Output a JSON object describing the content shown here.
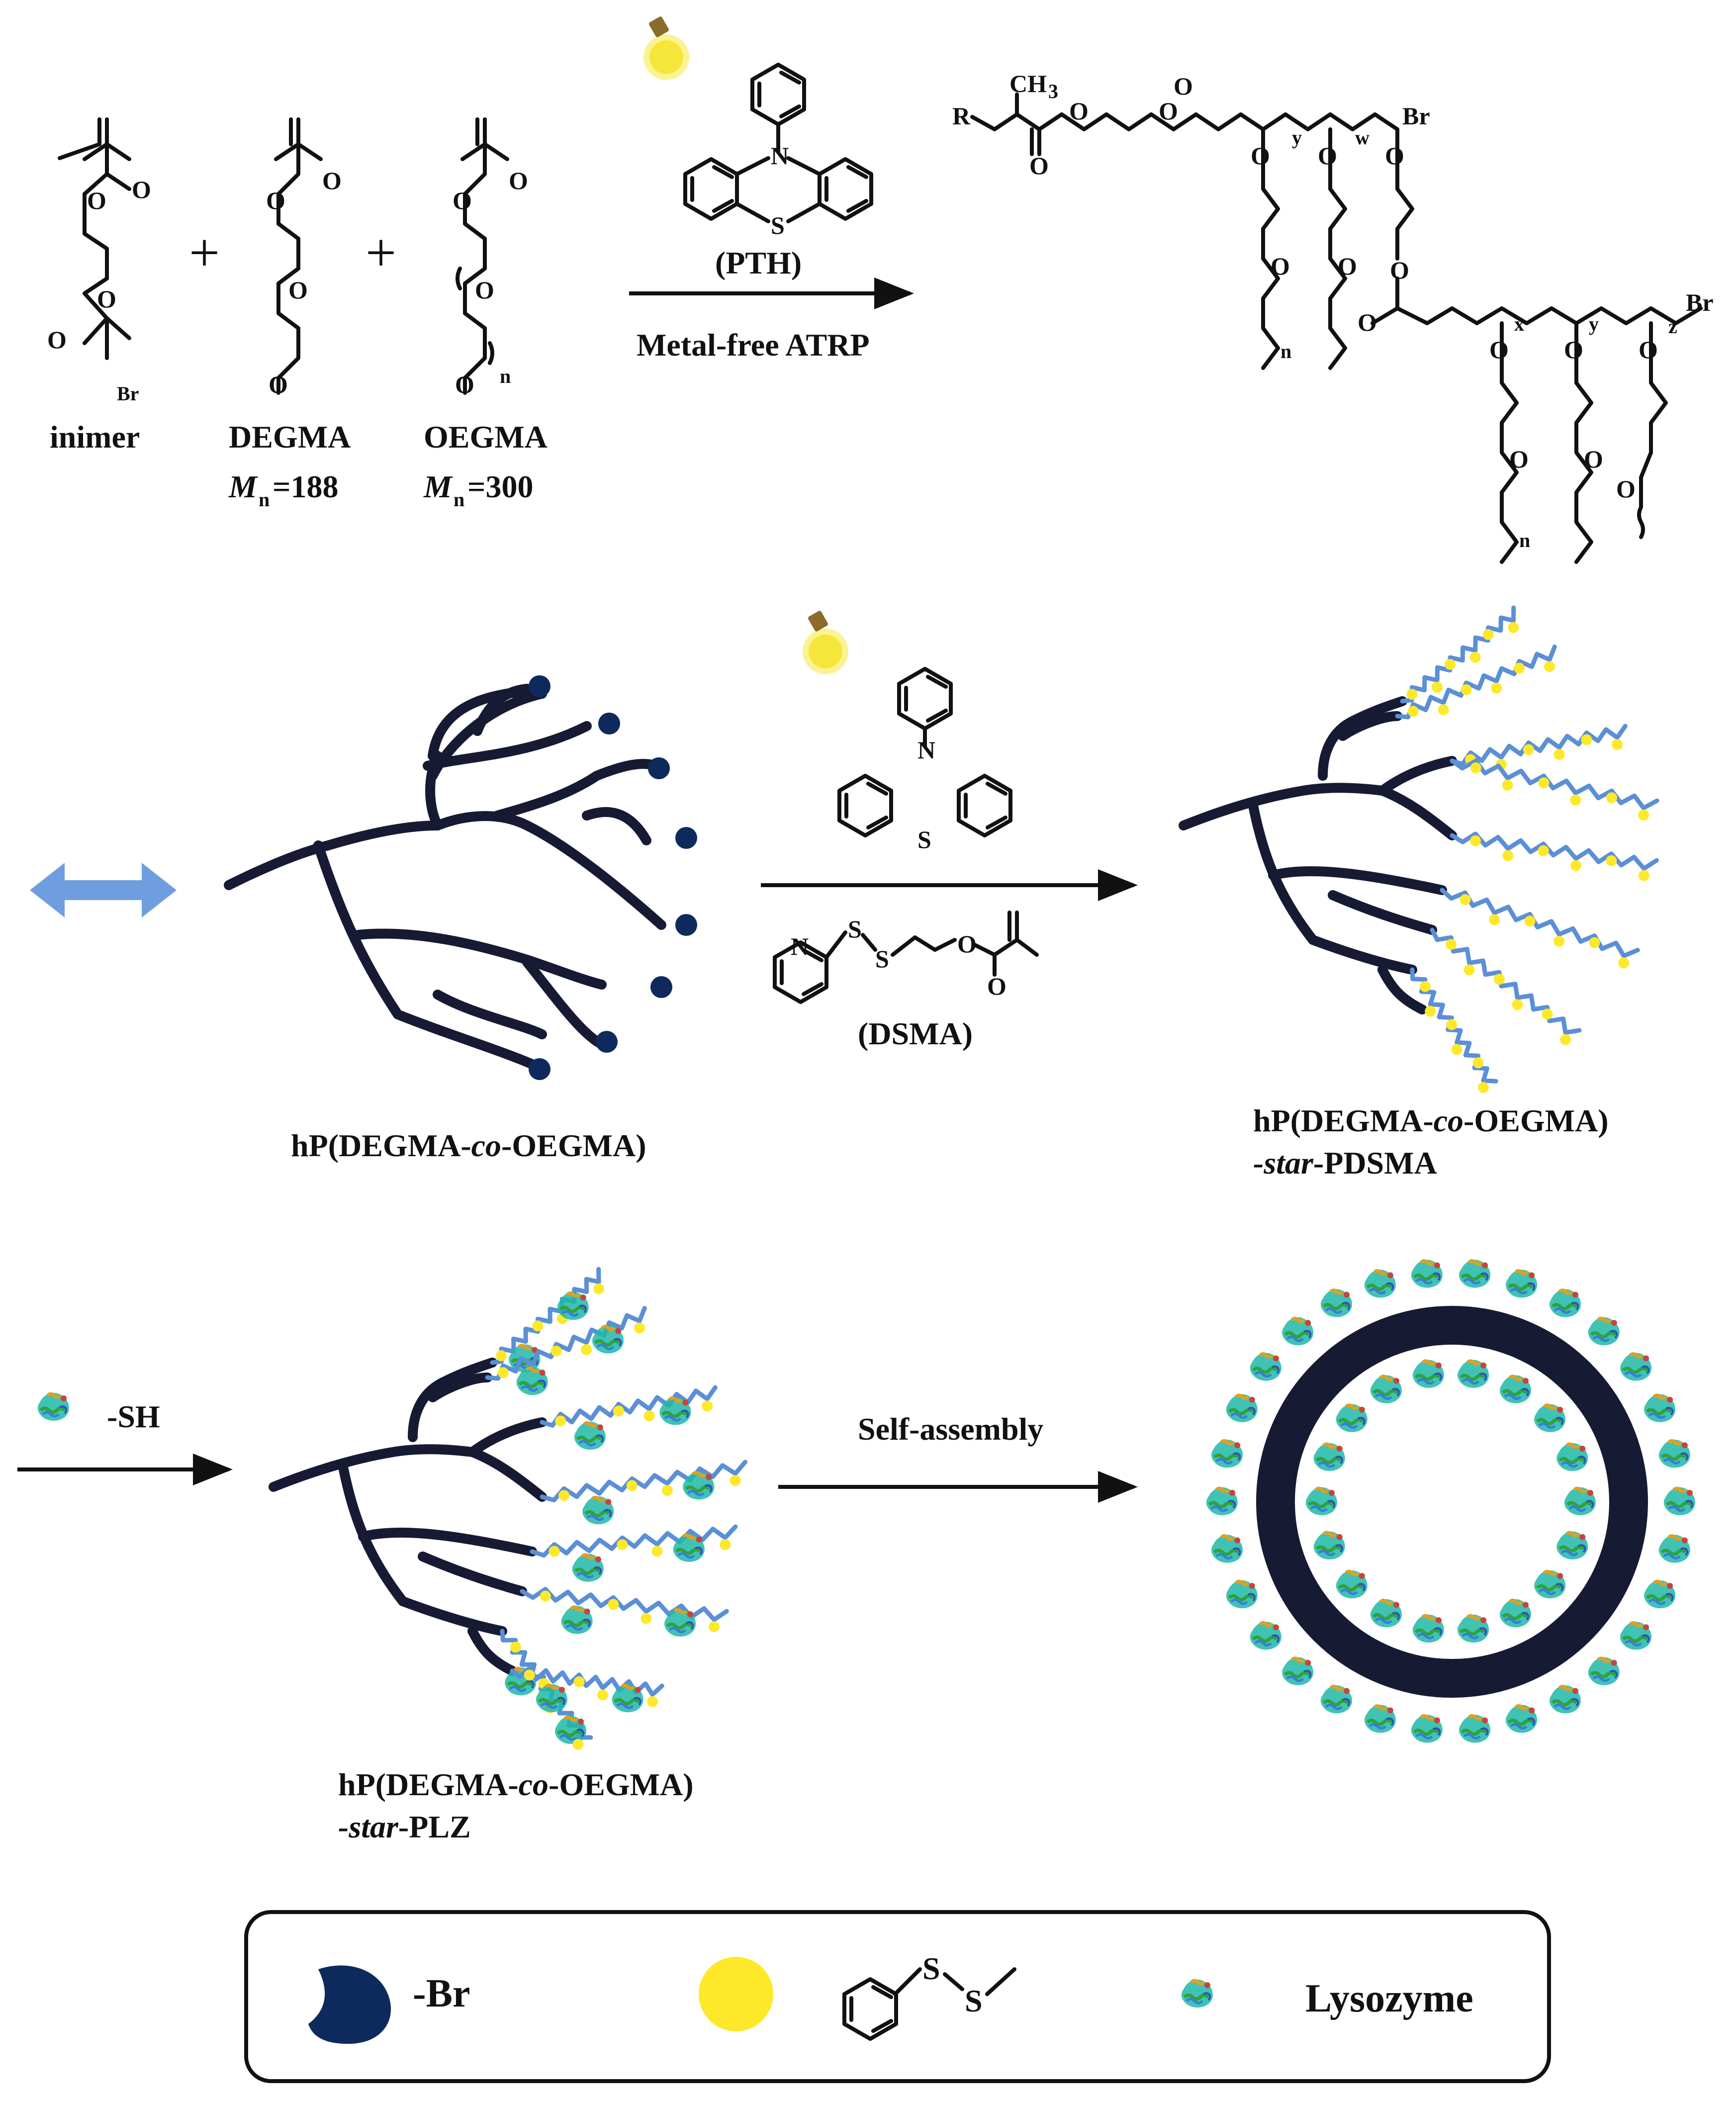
{
  "colors": {
    "branch": "#161b33",
    "br_end": "#0e2a5c",
    "arm_blue": "#5b8fd6",
    "yellow": "#fde92a",
    "double_arrow": "#6f9ee0",
    "bulb": "#f7ea3a"
  },
  "icons": [
    "light-bulb-icon",
    "double-arrow-icon",
    "lysozyme-icon"
  ],
  "row1": {
    "monomer1_name": "inimer",
    "monomer2_name": "DEGMA",
    "monomer2_mn": "=188",
    "monomer3_name": "OEGMA",
    "monomer3_mn": "=300",
    "mn_symbol": "M",
    "mn_sub": "n",
    "plus": "+",
    "catalyst_label": "(PTH)",
    "method_label": "Metal-free ATRP",
    "atoms": {
      "O": "O",
      "Br": "Br",
      "N": "N",
      "S": "S",
      "R": "R",
      "CH3": "CH",
      "three": "3",
      "n": "n",
      "x": "x",
      "y": "y",
      "z": "z",
      "w": "w"
    }
  },
  "row2": {
    "core_label_pre": "hP(DEGMA-",
    "core_label_co": "co",
    "core_label_post": "-OEGMA)",
    "reagent_label": "(DSMA)",
    "product_line1_pre": "hP(DEGMA-",
    "product_line1_co": "co",
    "product_line1_post": "-OEGMA)",
    "product_line2_star": "-star",
    "product_line2_post": "-PDSMA"
  },
  "row3": {
    "thiol_label": "-SH",
    "step_label": "Self-assembly",
    "product_line1_pre": "hP(DEGMA-",
    "product_line1_co": "co",
    "product_line1_post": "-OEGMA)",
    "product_line2_star": "-star",
    "product_line2_post": "-PLZ"
  },
  "legend": {
    "br_label": "-Br",
    "lysozyme_label": "Lysozyme",
    "S": "S"
  }
}
